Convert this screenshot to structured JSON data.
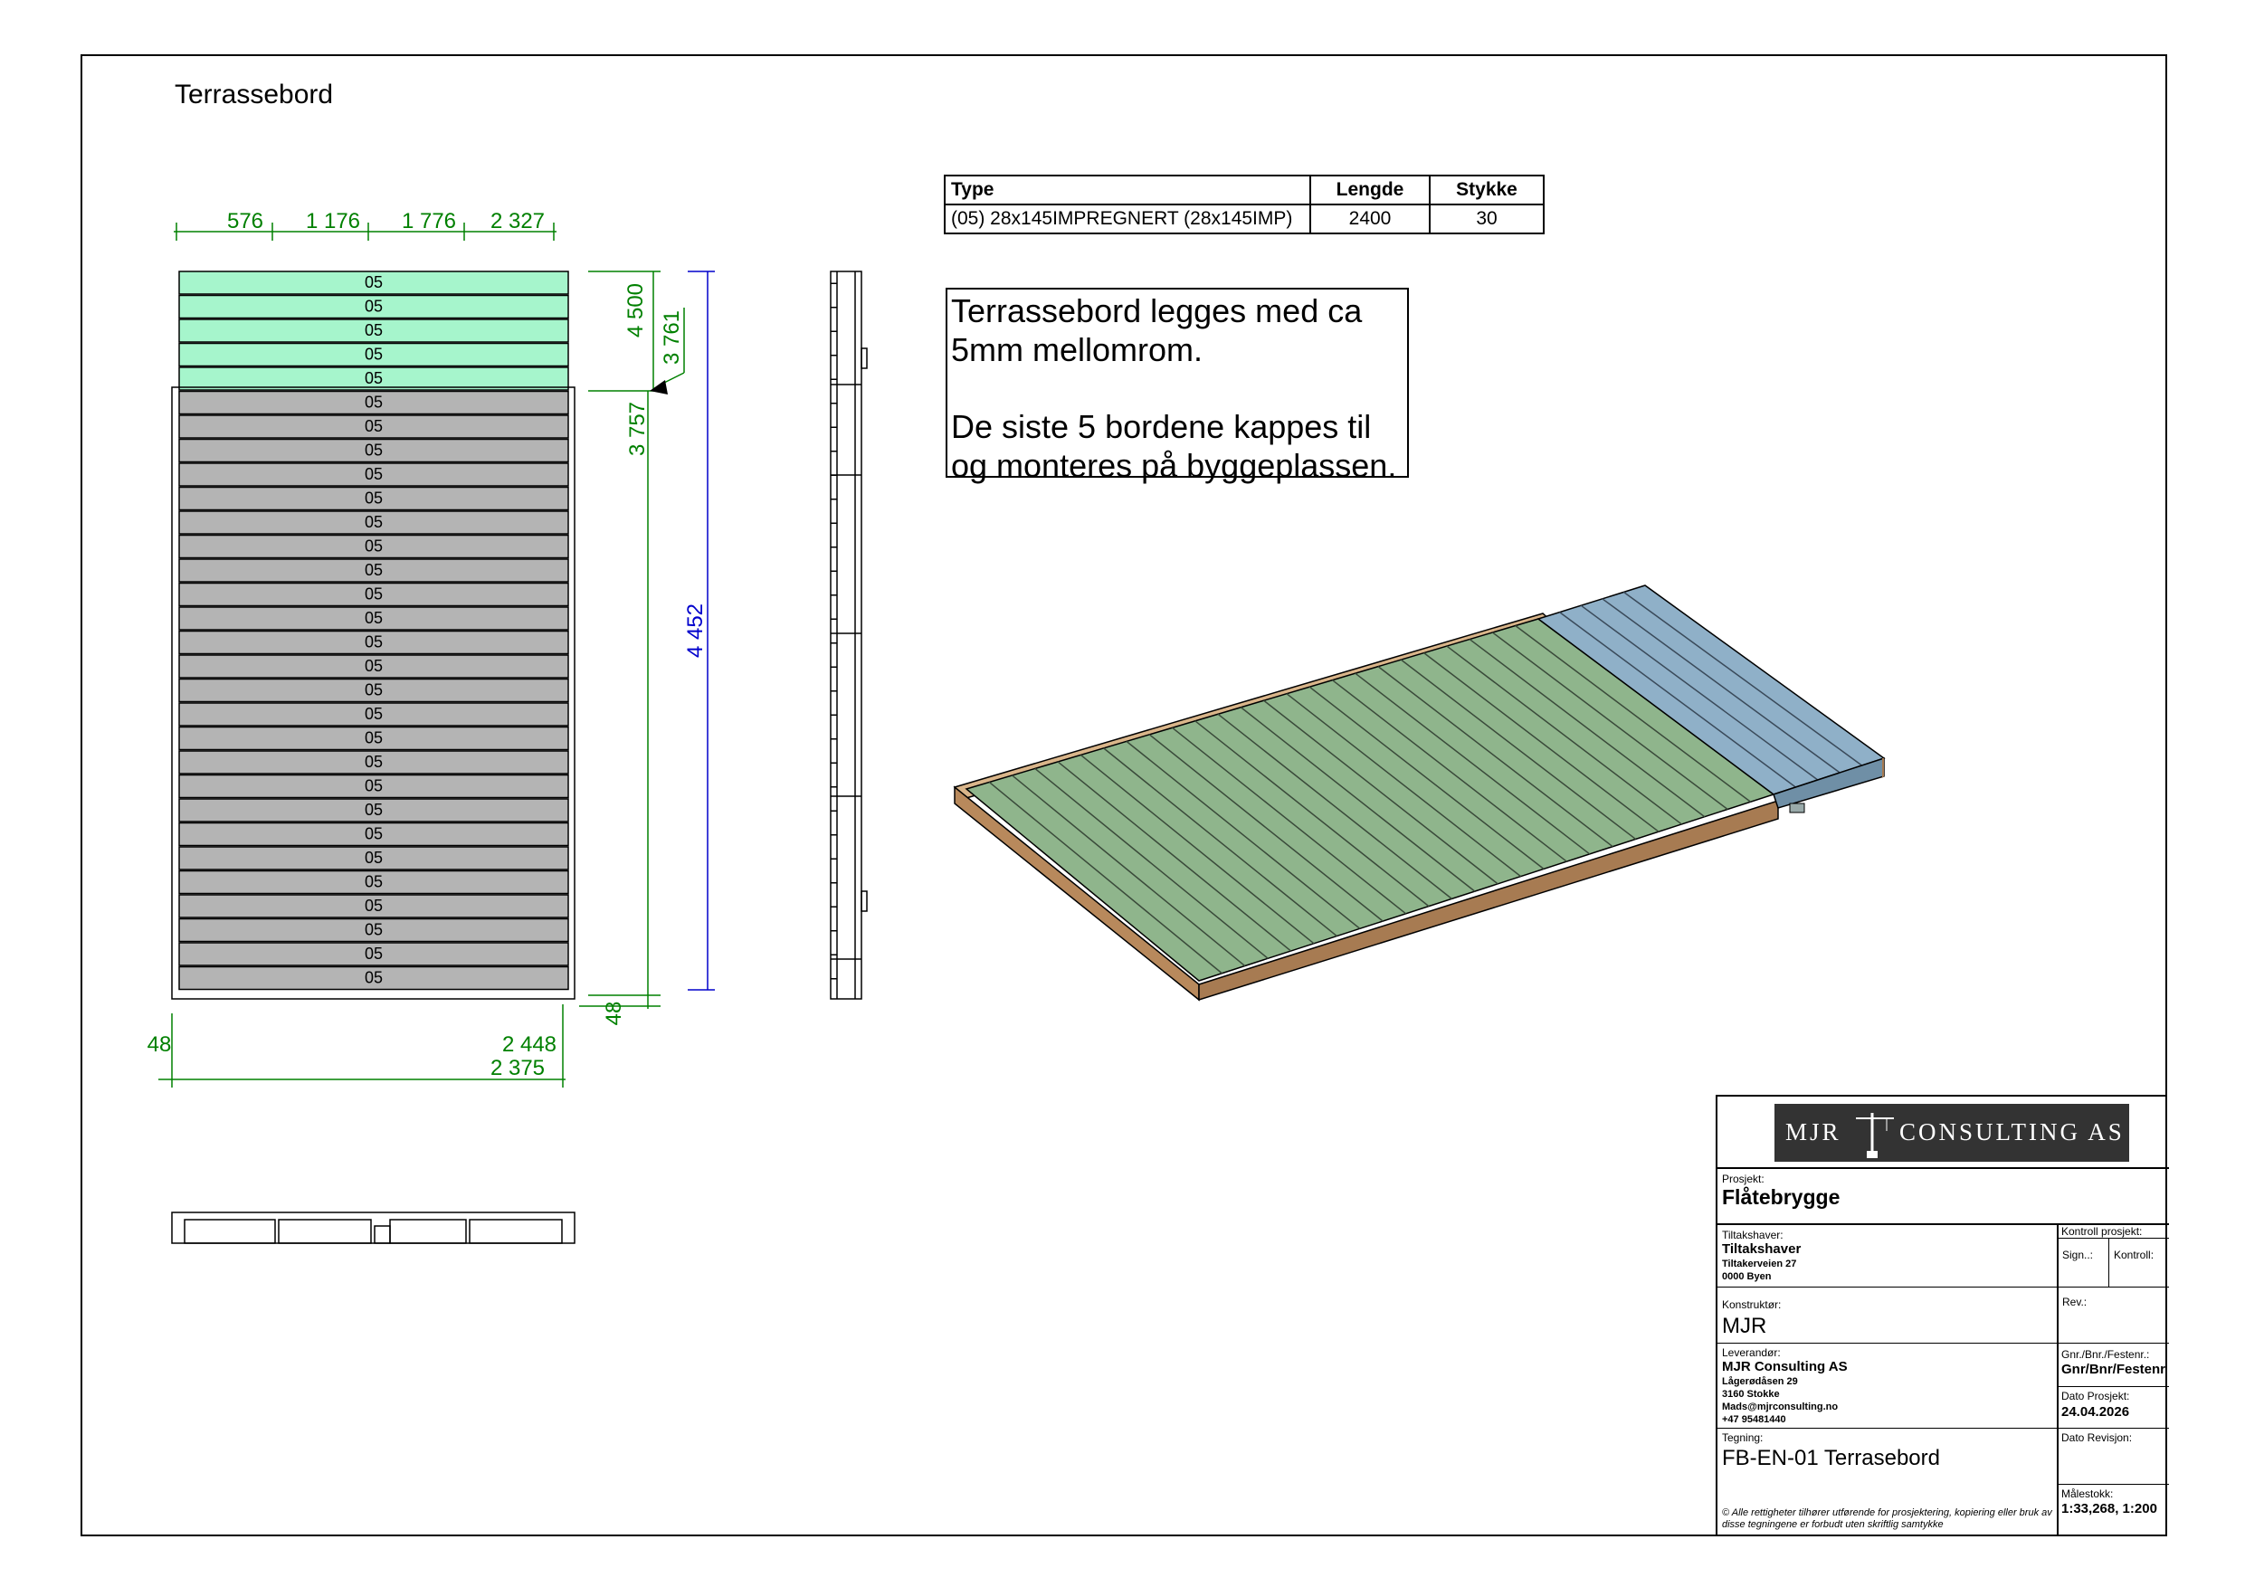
{
  "drawing": {
    "title": "Terrassebord",
    "board_label": "05",
    "boards_green": 5,
    "boards_grey": 25,
    "dimensions": {
      "top": [
        "576",
        "1 176",
        "1 776",
        "2 327"
      ],
      "right_4500": "4 500",
      "right_3761": "3 761",
      "right_3757": "3 757",
      "right_4452": "4 452",
      "right_48": "48",
      "bottom_48": "48",
      "bottom_2448": "2 448",
      "bottom_2375": "2 375"
    }
  },
  "parts_table": {
    "headers": [
      "Type",
      "Lengde",
      "Stykke"
    ],
    "rows": [
      [
        "(05) 28x145IMPREGNERT (28x145IMP)",
        "2400",
        "30"
      ]
    ]
  },
  "note": {
    "line1": "Terrassebord legges med ca",
    "line2": "5mm mellomrom.",
    "line3": "De siste 5 bordene kappes til",
    "line4": "og monteres på byggeplassen."
  },
  "title_block": {
    "logo_left": "MJR",
    "logo_right": "CONSULTING AS",
    "prosjekt_label": "Prosjekt:",
    "prosjekt": "Flåtebrygge",
    "tiltakshaver_label": "Tiltakshaver:",
    "tiltakshaver": "Tiltakshaver",
    "tiltakshaver_addr1": "Tiltakerveien 27",
    "tiltakshaver_addr2": "0000 Byen",
    "kontroll_label": "Kontroll prosjekt:",
    "sign_label": "Sign..:",
    "kontroll2_label": "Kontroll:",
    "konstruktor_label": "Konstruktør:",
    "konstruktor": "MJR",
    "rev_label": "Rev.:",
    "leverandor_label": "Leverandør:",
    "leverandor": "MJR Consulting AS",
    "lev_addr1": "Lågerødåsen 29",
    "lev_addr2": "3160 Stokke",
    "lev_email": "Mads@mjrconsulting.no",
    "lev_phone": "+47 95481440",
    "gnr_label": "Gnr./Bnr./Festenr.:",
    "gnr": "Gnr/Bnr/Festenr",
    "dato_prosjekt_label": "Dato Prosjekt:",
    "dato_prosjekt": "24.04.2026",
    "tegning_label": "Tegning:",
    "tegning": "FB-EN-01 Terrasebord",
    "dato_revisjon_label": "Dato Revisjon:",
    "malestokk_label": "Målestokk:",
    "malestokk": "1:33,268, 1:200",
    "copyright": "© Alle rettigheter tilhører utførende for prosjektering, kopiering eller bruk av disse tegningene er forbudt uten skriftlig samtykke"
  },
  "colors": {
    "green_board": "#a6f5cc",
    "grey_board": "#b4b4b4",
    "dim_green": "#008000",
    "dim_blue": "#0000cc",
    "deck_green": "#8fb58c",
    "deck_blue": "#8fb0c8",
    "wood": "#b8895c"
  }
}
